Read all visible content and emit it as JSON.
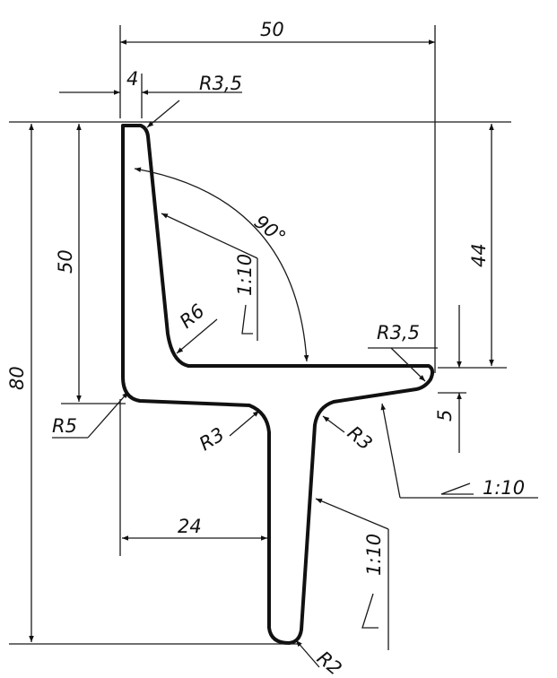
{
  "dimensions": {
    "top_width": "50",
    "flange_thickness": "4",
    "radius_top": "R3,5",
    "height_total": "80",
    "height_left": "50",
    "height_right": "44",
    "angle": "90°",
    "taper_vertical": "1:10",
    "radius_inner": "R6",
    "radius_corner": "R5",
    "radius_right_tip": "R3,5",
    "tip_thickness": "5",
    "radius_web_left": "R3",
    "radius_web_right": "R3",
    "taper_horizontal": "1:10",
    "web_offset": "24",
    "taper_web": "1:10",
    "radius_bottom": "R2"
  }
}
